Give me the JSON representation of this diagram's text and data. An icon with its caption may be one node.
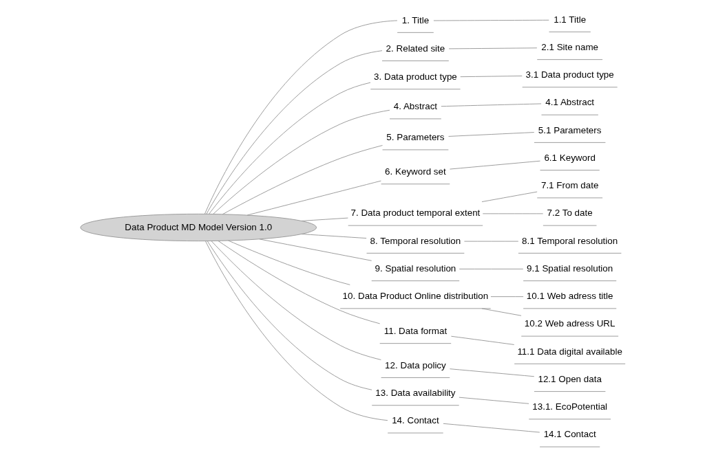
{
  "diagram": {
    "nodes": [
      {
        "text": [
          "Data Product MD Model Version 1.0"
        ]
      },
      {
        "text": [
          "1. Title"
        ]
      },
      {
        "text": [
          "1.1 Title"
        ]
      },
      {
        "text": [
          "2. Related site"
        ]
      },
      {
        "text": [
          "2.1 Site name"
        ]
      },
      {
        "text": [
          "3. Data product type"
        ]
      },
      {
        "text": [
          "3.1 Data product type"
        ]
      },
      {
        "text": [
          "4. Abstract"
        ]
      },
      {
        "text": [
          "4.1 Abstract"
        ]
      },
      {
        "text": [
          "5. Parameters"
        ]
      },
      {
        "text": [
          "5.1 Parameters"
        ]
      },
      {
        "text": [
          "6. Keyword set"
        ]
      },
      {
        "text": [
          "6.1 Keyword"
        ]
      },
      {
        "text": [
          "7. Data product temporal extent"
        ]
      },
      {
        "text": [
          "7.1 From date"
        ]
      },
      {
        "text": [
          "7.2 To date"
        ]
      },
      {
        "text": [
          "8. Temporal resolution"
        ]
      },
      {
        "text": [
          "8.1 Temporal resolution"
        ]
      },
      {
        "text": [
          "9. Spatial resolution"
        ]
      },
      {
        "text": [
          "9.1 Spatial resolution"
        ]
      },
      {
        "text": [
          "10. Data Product Online distribution"
        ]
      },
      {
        "text": [
          "10.1 Web adress title"
        ]
      },
      {
        "text": [
          "10.2 Web adress URL"
        ]
      },
      {
        "text": [
          "11. Data format"
        ]
      },
      {
        "text": [
          "11.1 Data digital available"
        ]
      },
      {
        "text": [
          "12. Data policy"
        ]
      },
      {
        "text": [
          "12.1 Open data"
        ]
      },
      {
        "text": [
          "13. Data availability"
        ]
      },
      {
        "text": [
          "13.1. EcoPotential"
        ]
      },
      {
        "text": [
          "14. Contact"
        ]
      },
      {
        "text": [
          "14.1 Contact"
        ]
      }
    ],
    "edges": [
      {
        "from": 0,
        "to": 1,
        "arrow": "none"
      },
      {
        "from": 1,
        "to": 2,
        "arrow": "none"
      },
      {
        "from": 0,
        "to": 3,
        "arrow": "none"
      },
      {
        "from": 3,
        "to": 4,
        "arrow": "none"
      },
      {
        "from": 0,
        "to": 5,
        "arrow": "none"
      },
      {
        "from": 5,
        "to": 6,
        "arrow": "none"
      },
      {
        "from": 0,
        "to": 7,
        "arrow": "none"
      },
      {
        "from": 7,
        "to": 8,
        "arrow": "none"
      },
      {
        "from": 0,
        "to": 9,
        "arrow": "none"
      },
      {
        "from": 9,
        "to": 10,
        "arrow": "none"
      },
      {
        "from": 0,
        "to": 11,
        "arrow": "none"
      },
      {
        "from": 11,
        "to": 12,
        "arrow": "none"
      },
      {
        "from": 0,
        "to": 13,
        "arrow": "none"
      },
      {
        "from": 13,
        "to": 14,
        "arrow": "none"
      },
      {
        "from": 13,
        "to": 15,
        "arrow": "none"
      },
      {
        "from": 0,
        "to": 16,
        "arrow": "none"
      },
      {
        "from": 16,
        "to": 17,
        "arrow": "none"
      },
      {
        "from": 0,
        "to": 18,
        "arrow": "none"
      },
      {
        "from": 18,
        "to": 19,
        "arrow": "none"
      },
      {
        "from": 0,
        "to": 20,
        "arrow": "none"
      },
      {
        "from": 20,
        "to": 21,
        "arrow": "none"
      },
      {
        "from": 20,
        "to": 22,
        "arrow": "none"
      },
      {
        "from": 0,
        "to": 23,
        "arrow": "none"
      },
      {
        "from": 23,
        "to": 24,
        "arrow": "none"
      },
      {
        "from": 0,
        "to": 25,
        "arrow": "none"
      },
      {
        "from": 25,
        "to": 26,
        "arrow": "none"
      },
      {
        "from": 0,
        "to": 27,
        "arrow": "none"
      },
      {
        "from": 27,
        "to": 28,
        "arrow": "none"
      },
      {
        "from": 0,
        "to": 29,
        "arrow": "none"
      },
      {
        "from": 29,
        "to": 30,
        "arrow": "none"
      }
    ]
  }
}
